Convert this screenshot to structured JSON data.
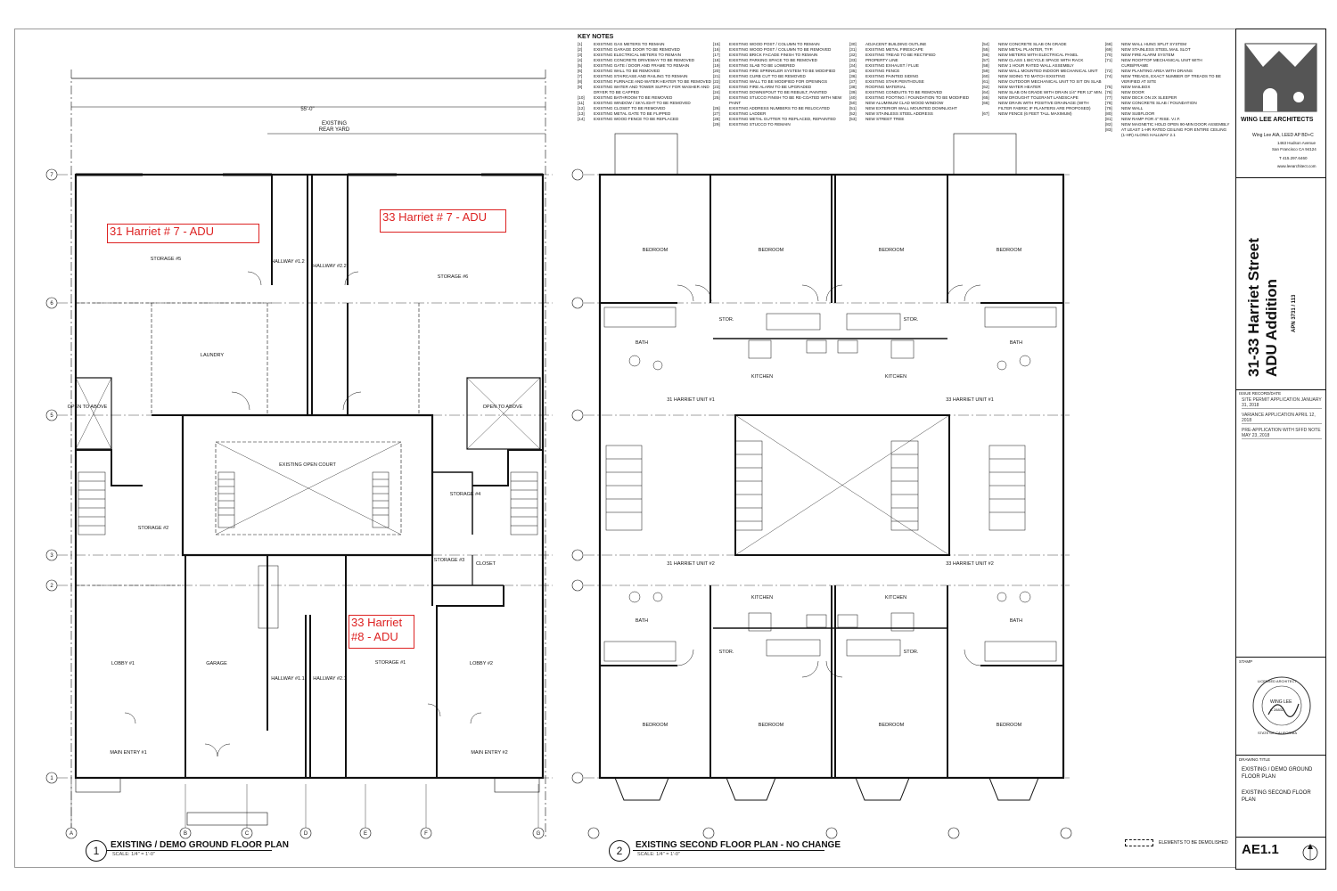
{
  "key_notes": {
    "title": "KEY NOTES",
    "columns": [
      [
        {
          "n": "[1]",
          "t": "EXISTING GAS METERS TO REMAIN"
        },
        {
          "n": "[2]",
          "t": "EXISTING GARAGE DOOR TO BE REMOVED"
        },
        {
          "n": "[3]",
          "t": "EXISTING ELECTRICAL METERS TO REMAIN"
        },
        {
          "n": "[4]",
          "t": "EXISTING CONCRETE DRIVEWAY TO BE REMOVED"
        },
        {
          "n": "[5]",
          "t": "EXISTING GATE / DOOR AND FRAME TO REMAIN"
        },
        {
          "n": "[6]",
          "t": "EXISTING WALL TO BE REMOVED"
        },
        {
          "n": "[7]",
          "t": "EXISTING STAIRCASE AND RAILING TO REMAIN"
        },
        {
          "n": "[8]",
          "t": "EXISTING FURNACE AND WATER HEATER TO BE REMOVED"
        },
        {
          "n": "[9]",
          "t": "EXISTING WATER AND TOWER SUPPLY FOR WASHER AND DRYER TO BE CAPPED"
        },
        {
          "n": "[10]",
          "t": "EXISTING BATHROOM TO BE REMOVED"
        },
        {
          "n": "[11]",
          "t": "EXISTING WINDOW / SKYLIGHT TO BE REMOVED"
        },
        {
          "n": "[12]",
          "t": "EXISTING CLOSET TO BE REMOVED"
        },
        {
          "n": "[13]",
          "t": "EXISTING METAL GATE TO BE FLIPPED"
        },
        {
          "n": "[14]",
          "t": "EXISTING WOOD FENCE TO BE REPLACED"
        }
      ],
      [
        {
          "n": "[15]",
          "t": "EXISTING WOOD POST / COLUMN TO REMAIN"
        },
        {
          "n": "[16]",
          "t": "EXISTING WOOD POST / COLUMN TO BE REMOVED"
        },
        {
          "n": "[17]",
          "t": "EXISTING BRICK FACADE FINISH TO REMAIN"
        },
        {
          "n": "[18]",
          "t": "EXISTING PARKING SPACE TO BE REMOVED"
        },
        {
          "n": "[19]",
          "t": "EXISTING SLAB TO BE LOWERED"
        },
        {
          "n": "[20]",
          "t": "EXISTING FIRE SPRINKLER SYSTEM TO BE MODIFIED"
        },
        {
          "n": "[21]",
          "t": "EXISTING CURB CUT TO BE REMOVED"
        },
        {
          "n": "[22]",
          "t": "EXISTING WALL TO BE MODIFIED FOR OPENINGS"
        },
        {
          "n": "[23]",
          "t": "EXISTING FIRE ALARM TO BE UPGRADED"
        },
        {
          "n": "[24]",
          "t": "EXISTING DOWNSPOUT TO BE REBUILT, PAINTED"
        },
        {
          "n": "[25]",
          "t": "EXISTING STUCCO FINISH TO BE RE-COATED WITH NEW PAINT"
        },
        {
          "n": "[26]",
          "t": "EXISTING ADDRESS NUMBERS TO BE RELOCATED"
        },
        {
          "n": "[27]",
          "t": "EXISTING LADDER"
        },
        {
          "n": "[28]",
          "t": "EXISTING METAL GUTTER TO REPLACED, REPAINTED"
        },
        {
          "n": "[29]",
          "t": "EXISTING STUCCO TO REMAIN"
        }
      ],
      [
        {
          "n": "[30]",
          "t": "ADJACENT BUILDING OUTLINE"
        },
        {
          "n": "[31]",
          "t": "EXISTING METAL FIRESCAPE"
        },
        {
          "n": "[32]",
          "t": "EXISTING TREAD TO BE RECTIFIED"
        },
        {
          "n": "[33]",
          "t": "PROPERTY LINE"
        },
        {
          "n": "[34]",
          "t": "EXISTING EXHAUST / FLUE"
        },
        {
          "n": "[35]",
          "t": "EXISTING FENCE"
        },
        {
          "n": "[36]",
          "t": "EXISTING PAINTED SIDING"
        },
        {
          "n": "[37]",
          "t": "EXISTING STAIR PENTHOUSE"
        },
        {
          "n": "[38]",
          "t": "ROOFING MATERIAL"
        },
        {
          "n": "[39]",
          "t": "EXISTING CONDUITS TO BE REMOVED"
        },
        {
          "n": "[40]",
          "t": "EXISTING FOOTING / FOUNDATION TO BE MODIFIED"
        },
        {
          "n": "[50]",
          "t": "NEW ALUMINUM CLAD WOOD WINDOW"
        },
        {
          "n": "[51]",
          "t": "NEW EXTERIOR WALL MOUNTED DOWNLIGHT"
        },
        {
          "n": "[52]",
          "t": "NEW STAINLESS STEEL ADDRESS"
        },
        {
          "n": "[53]",
          "t": "NEW STREET TREE"
        }
      ],
      [
        {
          "n": "[54]",
          "t": "NEW CONCRETE SLAB ON GRADE"
        },
        {
          "n": "[55]",
          "t": "NEW METAL PLANTER, TYP."
        },
        {
          "n": "[56]",
          "t": "NEW METERS WITH ELECTRICAL PANEL"
        },
        {
          "n": "[57]",
          "t": "NEW CLASS 1 BICYCLE SPACE WITH RACK"
        },
        {
          "n": "[58]",
          "t": "NEW 1 HOUR RATED WALL ASSEMBLY"
        },
        {
          "n": "[59]",
          "t": "NEW WALL MOUNTED INDOOR MECHANICAL UNIT"
        },
        {
          "n": "[60]",
          "t": "NEW SIDING TO MATCH EXISTING"
        },
        {
          "n": "[61]",
          "t": "NEW OUTDOOR MECHANICAL UNIT TO SIT ON SLAB"
        },
        {
          "n": "[62]",
          "t": "NEW WATER HEATER"
        },
        {
          "n": "[64]",
          "t": "NEW SLAB ON GRADE WITH DRAIN 1/4\" PER 12\" MIN."
        },
        {
          "n": "[65]",
          "t": "NEW DROUGHT TOLERANT LANDSCAPE"
        },
        {
          "n": "[66]",
          "t": "NEW DRAIN WITH POSITIVE DRAINAGE (WITH FILTER FABRIC IF PLANTERS ARE PROPOSED)"
        },
        {
          "n": "[67]",
          "t": "NEW FENCE (6 FEET TALL MAXIMUM)"
        }
      ],
      [
        {
          "n": "[68]",
          "t": "NEW WALL HUNG SPLIT SYSTEM"
        },
        {
          "n": "[69]",
          "t": "NEW STAINLESS STEEL MAIL SLOT"
        },
        {
          "n": "[70]",
          "t": "NEW FIRE ALARM SYSTEM"
        },
        {
          "n": "[71]",
          "t": "NEW ROOFTOP MECHANICAL UNIT WITH CURB/FRAME"
        },
        {
          "n": "[72]",
          "t": "NEW PLANTING AREA WITH DRAINS"
        },
        {
          "n": "[74]",
          "t": "NEW TREADS, EXACT NUMBER OF TREADS TO BE VERIFIED AT SITE"
        },
        {
          "n": "[75]",
          "t": "NEW MAILBOX"
        },
        {
          "n": "[76]",
          "t": "NEW DOOR"
        },
        {
          "n": "[77]",
          "t": "NEW DECK ON 2X SLEEPER"
        },
        {
          "n": "[78]",
          "t": "NEW CONCRETE SLAB / FOUNDATION"
        },
        {
          "n": "[79]",
          "t": "NEW WALL"
        },
        {
          "n": "[80]",
          "t": "NEW SUBFLOOR"
        },
        {
          "n": "[81]",
          "t": "NEW RAMP FOR 4\" RISE. V.I.F."
        },
        {
          "n": "[82]",
          "t": "NEW MAGNETIC HOLD OPEN 90-MIN DOOR ASSEMBLY"
        },
        {
          "n": "[83]",
          "t": "AT LEAST 1-HR RATED CEILING FOR ENTIRE CEILING (1-HR) ALONG HALLWAY 2.1"
        }
      ]
    ]
  },
  "plan1": {
    "number": "1",
    "title": "EXISTING / DEMO GROUND FLOOR PLAN",
    "scale": "SCALE: 1/4\" = 1'-0\"",
    "overall_dim": "55'-0\"",
    "rear_yard": "EXISTING REAR YARD",
    "annotations": [
      {
        "text": "31 Harriet # 7 - ADU"
      },
      {
        "text": "33 Harriet # 7 - ADU"
      },
      {
        "text": "33 Harriet #8 - ADU"
      }
    ],
    "rooms": [
      {
        "label": "STORAGE #5"
      },
      {
        "label": "HALLWAY #1.2"
      },
      {
        "label": "HALLWAY #2.2"
      },
      {
        "label": "STORAGE #6"
      },
      {
        "label": "LAUNDRY"
      },
      {
        "label": "EXISTING OPEN COURT"
      },
      {
        "label": "STORAGE #4"
      },
      {
        "label": "STORAGE #2"
      },
      {
        "label": "STORAGE #3"
      },
      {
        "label": "CLOSET"
      },
      {
        "label": "LOBBY #1"
      },
      {
        "label": "GARAGE"
      },
      {
        "label": "HALLWAY #1.1"
      },
      {
        "label": "HALLWAY #2.1"
      },
      {
        "label": "STORAGE #1"
      },
      {
        "label": "LOBBY #2"
      },
      {
        "label": "MAIN ENTRY #1"
      },
      {
        "label": "MAIN ENTRY #2"
      },
      {
        "label": "OPEN TO ABOVE"
      },
      {
        "label": "OPEN TO ABOVE"
      }
    ],
    "grid_cols": [
      "A",
      "B",
      "C",
      "D",
      "E",
      "F",
      "G"
    ],
    "grid_rows": [
      "7",
      "6",
      "5",
      "3",
      "2",
      "1"
    ]
  },
  "plan2": {
    "number": "2",
    "title": "EXISTING SECOND FLOOR PLAN - NO CHANGE",
    "scale": "SCALE: 1/4\" = 1'-0\"",
    "rooms": [
      {
        "label": "BEDROOM"
      },
      {
        "label": "BEDROOM"
      },
      {
        "label": "BEDROOM"
      },
      {
        "label": "BEDROOM"
      },
      {
        "label": "STOR."
      },
      {
        "label": "STOR."
      },
      {
        "label": "BATH"
      },
      {
        "label": "BATH"
      },
      {
        "label": "KITCHEN"
      },
      {
        "label": "KITCHEN"
      },
      {
        "label": "31 HARRIET UNIT #1"
      },
      {
        "label": "33 HARRIET UNIT #1"
      },
      {
        "label": "31 HARRIET UNIT #2"
      },
      {
        "label": "33 HARRIET UNIT #2"
      },
      {
        "label": "KITCHEN"
      },
      {
        "label": "KITCHEN"
      },
      {
        "label": "BATH"
      },
      {
        "label": "BATH"
      },
      {
        "label": "STOR."
      },
      {
        "label": "STOR."
      },
      {
        "label": "BEDROOM"
      },
      {
        "label": "BEDROOM"
      },
      {
        "label": "BEDROOM"
      },
      {
        "label": "BEDROOM"
      }
    ],
    "legend": "ELEMENTS TO BE DEMOLISHED"
  },
  "title_block": {
    "firm": "WING LEE ARCHITECTS",
    "firm_person": "Wing Lee AIA, LEED AP BD+C",
    "address1": "1463 Hudson Avenue",
    "address2": "San Francisco CA 94124",
    "phone": "T 415.297.6460",
    "web": "www.leearchitect.com",
    "project_line1": "31-33 Harriet Street",
    "project_line2": "ADU Addition",
    "apn": "APN 3731 / 113",
    "issue_header": "ISSUE RECORD/DATE",
    "issues": [
      "SITE PERMIT APPLICATION JANUARY 31, 2018",
      "VARIANCE APPLICATION APRIL 12, 2018",
      "PRE-APPLICATION WITH SFFD NOTE MAY 23, 2018"
    ],
    "stamp_header": "STAMP",
    "stamp_top": "LICENSED ARCHITECT",
    "stamp_name": "WING LEE",
    "stamp_num": "C 28832",
    "stamp_bottom": "STATE OF CALIFORNIA",
    "drawing_title_header": "DRAWING TITLE",
    "drawing_title1": "EXISTING / DEMO GROUND FLOOR PLAN",
    "drawing_title2": "EXISTING SECOND FLOOR PLAN",
    "sheet_number": "AE1.1"
  }
}
